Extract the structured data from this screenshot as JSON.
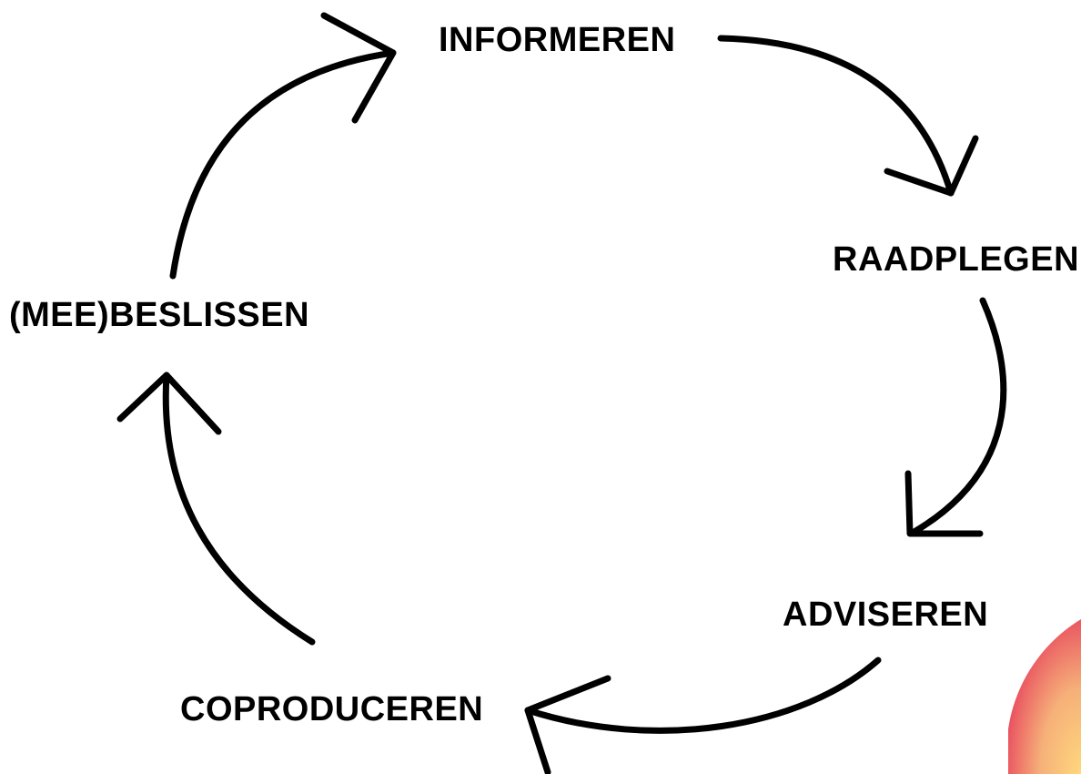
{
  "diagram": {
    "stages": [
      {
        "id": "informeren",
        "label": "INFORMEREN"
      },
      {
        "id": "raadplegen",
        "label": "RAADPLEGEN"
      },
      {
        "id": "adviseren",
        "label": "ADVISEREN"
      },
      {
        "id": "coproduceren",
        "label": "COPRODUCEREN"
      },
      {
        "id": "meebeslissen",
        "label": "(MEE)BESLISSEN"
      }
    ],
    "arrow_color": "#000000",
    "accent_colors": [
      "#e63946",
      "#f4a261",
      "#ffd166"
    ]
  }
}
